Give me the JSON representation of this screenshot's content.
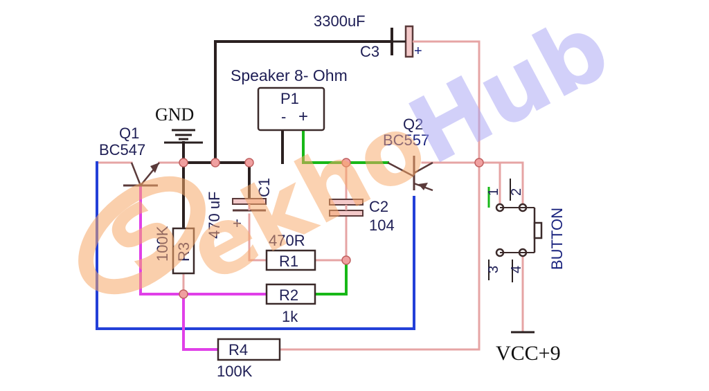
{
  "diagram": {
    "components": {
      "c3": {
        "designator": "C3",
        "value": "3300uF",
        "polarity": "+"
      },
      "p1": {
        "designator": "P1",
        "title": "Speaker 8- Ohm",
        "minus": "-",
        "plus": "+"
      },
      "q1": {
        "designator": "Q1",
        "part": "BC547"
      },
      "q2": {
        "designator": "Q2",
        "part": "BC557"
      },
      "gnd": {
        "label": "GND"
      },
      "c1": {
        "designator": "C1",
        "value": "470 uF",
        "polarity": "+"
      },
      "c2": {
        "designator": "C2",
        "value": "104"
      },
      "r1": {
        "designator": "R1",
        "value": "470R"
      },
      "r2": {
        "designator": "R2",
        "value": "1k"
      },
      "r3": {
        "designator": "R3",
        "value": "100K"
      },
      "r4": {
        "designator": "R4",
        "value": "100K"
      },
      "button": {
        "label": "BUTTON",
        "pins": [
          "1",
          "2",
          "3",
          "4"
        ]
      },
      "vcc": {
        "label": "VCC+9"
      }
    },
    "watermark": {
      "text": "ekhoHub",
      "logo_letter": "S"
    },
    "colors": {
      "wire_dark": "#2a2020",
      "wire_pink": "#e6a4a4",
      "wire_blue": "#2340d8",
      "wire_magenta": "#e040e8",
      "wire_green": "#18b818",
      "junction": "#f0a0a0",
      "watermark_orange": "#f7a96a",
      "watermark_lavender": "#a9a6f3",
      "label_blue": "#1a237e"
    }
  }
}
